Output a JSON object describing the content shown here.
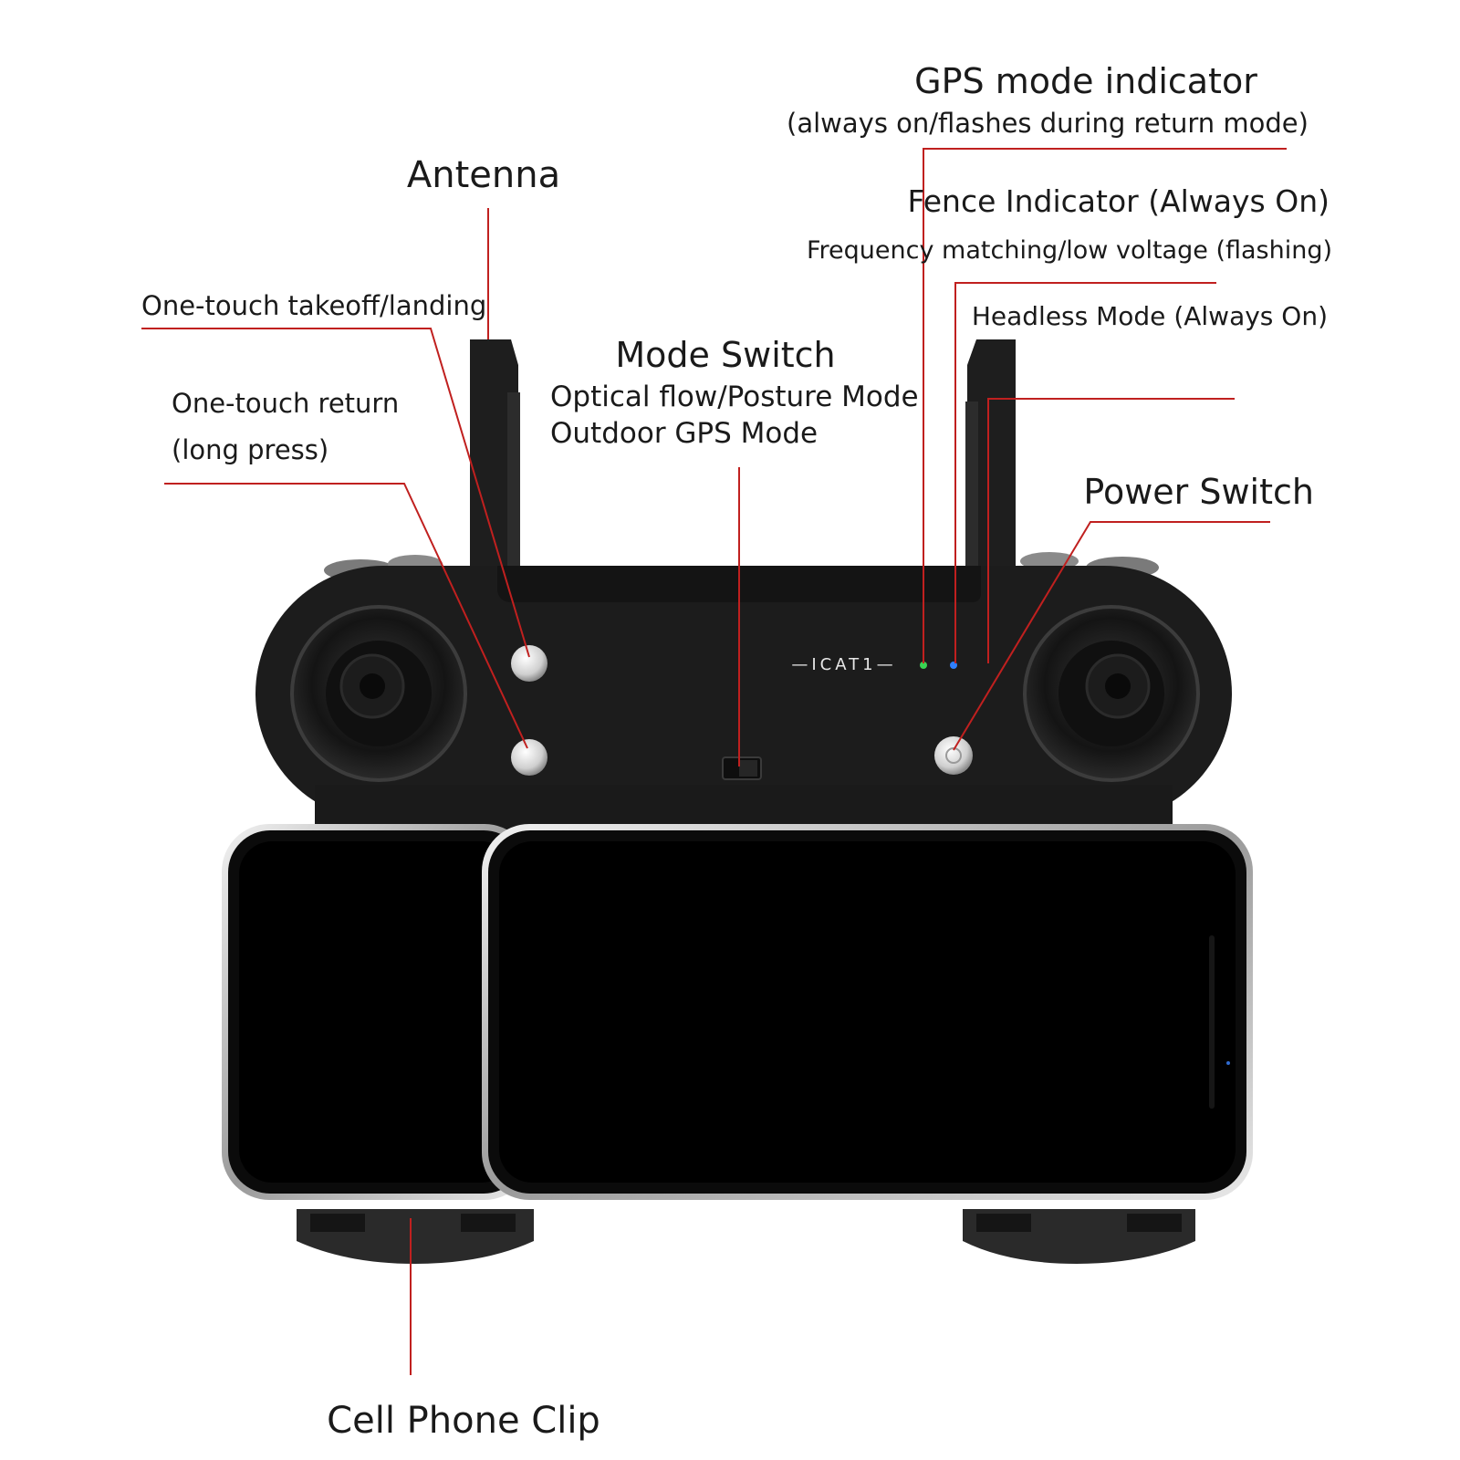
{
  "labels": {
    "gps_title": "GPS mode indicator",
    "gps_sub": "(always on/flashes during return mode)",
    "antenna": "Antenna",
    "fence_title": "Fence Indicator (Always On)",
    "fence_sub": "Frequency matching/low voltage (flashing)",
    "takeoff": "One-touch takeoff/landing",
    "headless": "Headless Mode (Always On)",
    "mode_title": "Mode Switch",
    "mode_line1": "Optical flow/Posture Mode",
    "mode_line2": "Outdoor GPS Mode",
    "return_line1": "One-touch return",
    "return_line2": "(long press)",
    "power": "Power Switch",
    "clip": "Cell Phone Clip"
  },
  "device": {
    "brand_text": "—ICAT1—"
  },
  "colors": {
    "leader": "#c0201f",
    "body": "#1c1c1c",
    "led_gps": "#39d353",
    "led_fence": "#2f80ff"
  }
}
